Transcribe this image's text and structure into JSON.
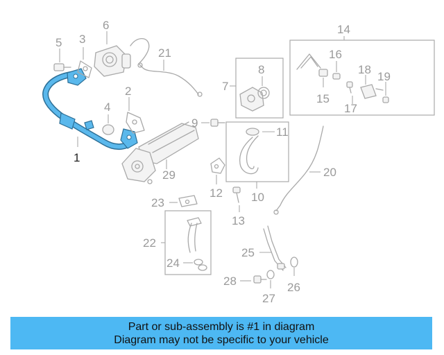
{
  "banner": {
    "line1": "Part or sub-assembly is #1 in diagram",
    "line2": "Diagram may not be specific to your vehicle"
  },
  "colors": {
    "highlight": "#4db8f3",
    "part_highlight": "#5ab8ec",
    "part_line": "#a9a9a9",
    "label_main": "#222222"
  },
  "callouts": {
    "c1": "1",
    "c2": "2",
    "c3": "3",
    "c4": "4",
    "c5": "5",
    "c6": "6",
    "c7": "7",
    "c8": "8",
    "c9": "9",
    "c10": "10",
    "c11": "11",
    "c12": "12",
    "c13": "13",
    "c14": "14",
    "c15": "15",
    "c16": "16",
    "c17": "17",
    "c18": "18",
    "c19": "19",
    "c20": "20",
    "c21": "21",
    "c22": "22",
    "c23": "23",
    "c24": "24",
    "c25": "25",
    "c26": "26",
    "c27": "27",
    "c28": "28",
    "c29": "29"
  }
}
